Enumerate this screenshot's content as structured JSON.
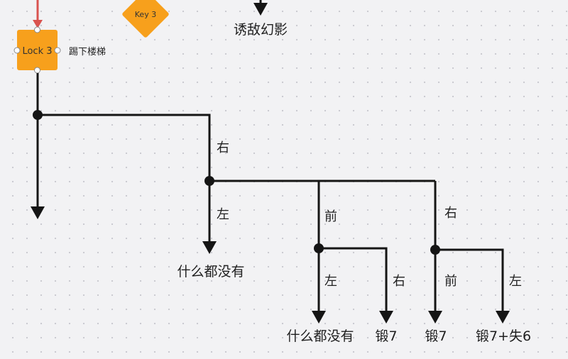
{
  "colors": {
    "node_fill": "#f7a01c",
    "line": "#151515",
    "incoming_arrow": "#d9534f",
    "handle_stroke": "#8a8a8a"
  },
  "nodes": {
    "lock": {
      "label": "Lock 3",
      "note": "踢下楼梯"
    },
    "key": {
      "label": "Key 3"
    },
    "top_result": {
      "label": "诱敌幻影"
    }
  },
  "edge_labels": {
    "root_right": "右",
    "b1_left": "左",
    "b1_front": "前",
    "b1_right": "右",
    "b2_left": "左",
    "b2_right": "右",
    "b3_front": "前",
    "b3_left": "左"
  },
  "results": {
    "r1": "什么都没有",
    "r2": "什么都没有",
    "r3": "锻7",
    "r4": "锻7",
    "r5": "锻7+失6"
  }
}
